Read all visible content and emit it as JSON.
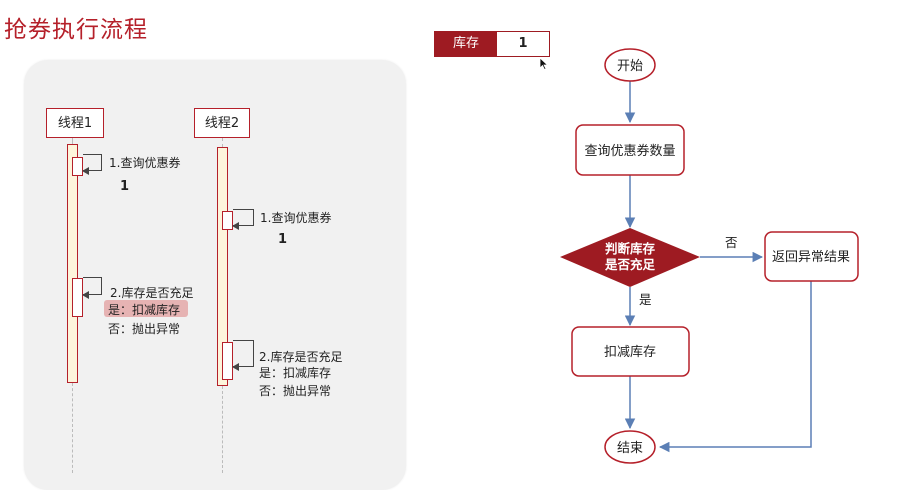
{
  "header": {
    "title": "抢券执行流程"
  },
  "stock": {
    "label": "库存",
    "value": "1"
  },
  "sequence": {
    "threads": [
      {
        "name": "线程1",
        "step1": "1.查询优惠券",
        "read_value": "1",
        "step2": "2.库存是否充足",
        "yes": "是：扣减库存",
        "no": "否：抛出异常"
      },
      {
        "name": "线程2",
        "step1": "1.查询优惠券",
        "read_value": "1",
        "step2": "2.库存是否充足",
        "yes": "是：扣减库存",
        "no": "否：抛出异常"
      }
    ]
  },
  "flowchart": {
    "start": "开始",
    "query": "查询优惠券数量",
    "decision_line1": "判断库存",
    "decision_line2": "是否充足",
    "no_label": "否",
    "yes_label": "是",
    "error": "返回异常结果",
    "deduct": "扣减库存",
    "end": "结束"
  },
  "colors": {
    "accent": "#b5202a",
    "decision": "#9e1b22",
    "flow_line": "#5b7fb5"
  }
}
